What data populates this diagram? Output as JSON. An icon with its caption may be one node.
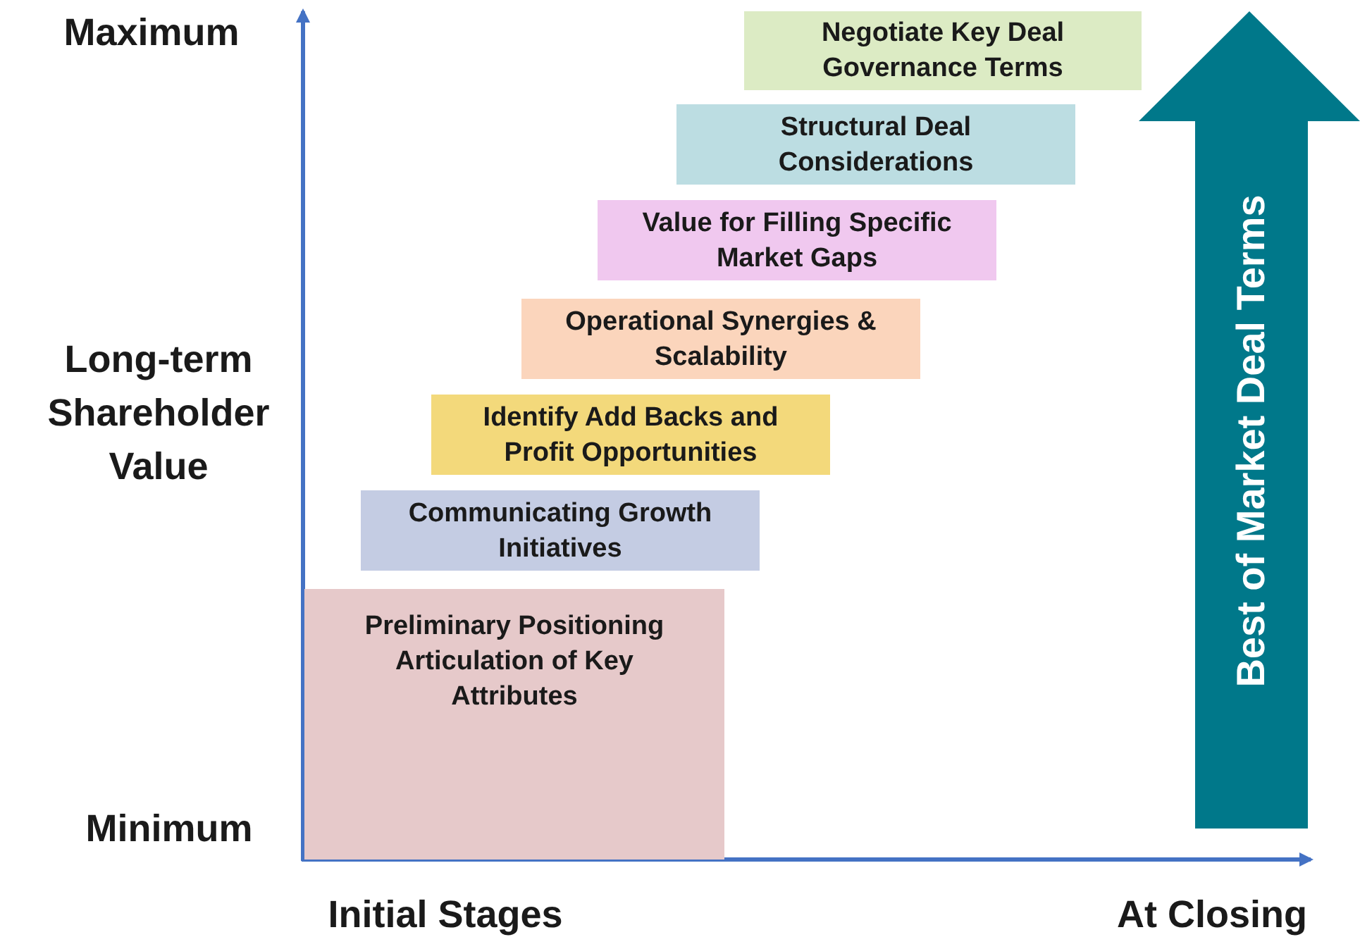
{
  "diagram": {
    "nodes": [
      {
        "text": [
          "Negotiate Key Deal Governance Terms"
        ]
      },
      {
        "text": [
          "Structural Deal Considerations"
        ]
      },
      {
        "text": [
          "Value for Filling Specific Market Gaps"
        ]
      },
      {
        "text": [
          "Operational Synergies & Scalability"
        ]
      },
      {
        "text": [
          "Identify Add Backs and Profit Opportunities"
        ]
      },
      {
        "text": [
          "Communicating Growth Initiatives"
        ]
      },
      {
        "text": [
          "Preliminary Positioning Articulation of Key Attributes"
        ]
      },
      {
        "text": [
          "Best of Market Deal Terms"
        ]
      }
    ],
    "edges": [],
    "labels": [
      "Maximum",
      "Long-term Shareholder Value",
      "Minimum",
      "Initial Stages",
      "At Closing"
    ]
  }
}
